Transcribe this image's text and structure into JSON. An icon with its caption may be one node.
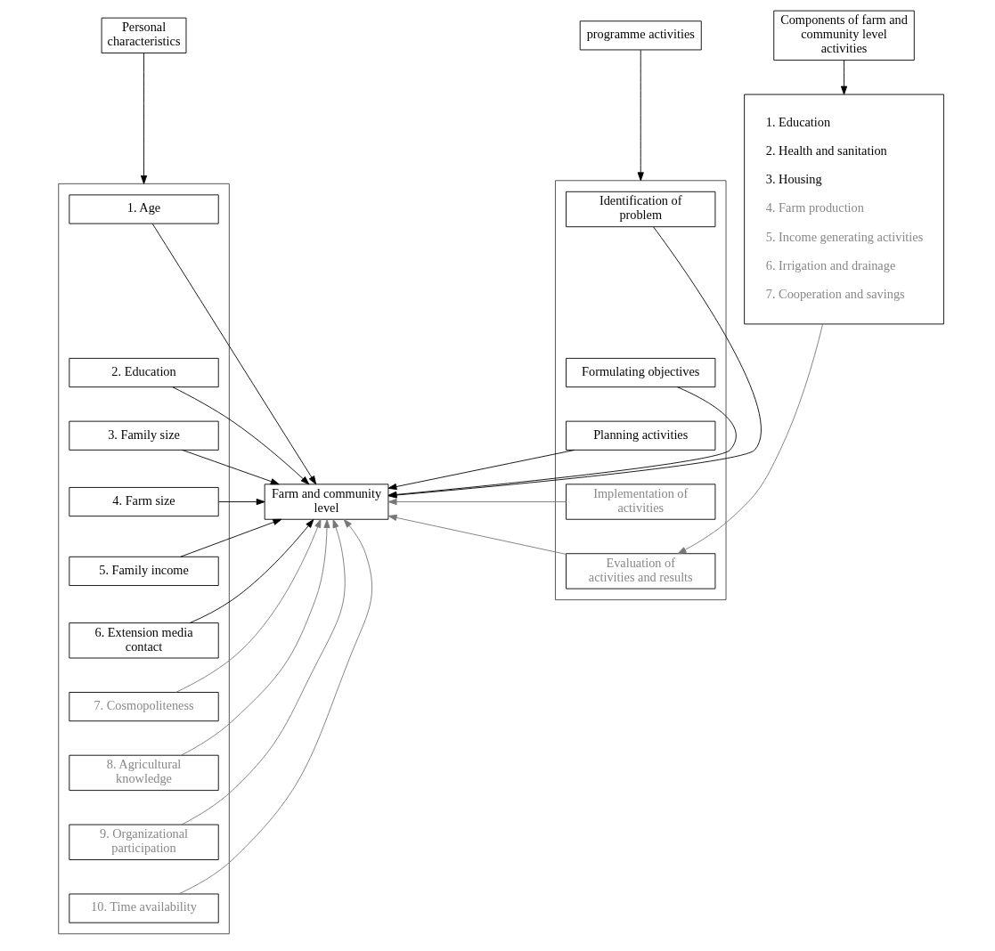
{
  "diagram": {
    "nodes": [
      {
        "text": [
          "Personal characteristics"
        ]
      },
      {
        "text": [
          "programme activities"
        ]
      },
      {
        "text": [
          "Components of farm and community level activities"
        ]
      },
      {
        "text": [],
        "shape": "box"
      },
      {
        "text": [
          "1. Age"
        ],
        "in": 3
      },
      {
        "text": [
          "2. Education"
        ],
        "in": 3
      },
      {
        "text": [
          "3. Family size"
        ],
        "in": 3
      },
      {
        "text": [
          "4. Farm size"
        ],
        "in": 3
      },
      {
        "text": [
          "5. Family income"
        ],
        "in": 3
      },
      {
        "text": [
          "6. Extension media contact"
        ],
        "in": 3
      },
      {
        "text": [
          "7. Cosmopoliteness"
        ],
        "in": 3
      },
      {
        "text": [
          "8. Agricultural knowledge"
        ],
        "in": 3
      },
      {
        "text": [
          "9. Organizational participation"
        ],
        "in": 3
      },
      {
        "text": [
          "10. Time availability"
        ],
        "in": 3
      },
      {
        "text": [
          "Farm and community level"
        ]
      },
      {
        "text": [],
        "shape": "box"
      },
      {
        "text": [
          "Identification of problem"
        ],
        "in": 15
      },
      {
        "text": [
          "Formulating objectives"
        ],
        "in": 15
      },
      {
        "text": [
          "Planning activities"
        ],
        "in": 15
      },
      {
        "text": [
          "Implementation of activities"
        ],
        "in": 15
      },
      {
        "text": [
          "Evaluation of activities and results"
        ],
        "in": 15
      },
      {
        "text": [
          "1. Education",
          "2. Health and sanitation",
          "3. Housing",
          "4. Farm production",
          "5. Income generating activities",
          "6. Irrigation and drainage",
          "7. Cooperation and savings"
        ]
      }
    ],
    "edges": [
      {
        "from": 0,
        "to": 3,
        "arrow": "to"
      },
      {
        "from": 1,
        "to": 15,
        "arrow": "to"
      },
      {
        "from": 2,
        "to": 21,
        "arrow": "to"
      },
      {
        "from": 4,
        "to": 14,
        "arrow": "to"
      },
      {
        "from": 5,
        "to": 14,
        "arrow": "to"
      },
      {
        "from": 6,
        "to": 14,
        "arrow": "to"
      },
      {
        "from": 7,
        "to": 14,
        "arrow": "to"
      },
      {
        "from": 8,
        "to": 14,
        "arrow": "to"
      },
      {
        "from": 9,
        "to": 14,
        "arrow": "to"
      },
      {
        "from": 10,
        "to": 14,
        "arrow": "to",
        "color": "#777777"
      },
      {
        "from": 11,
        "to": 14,
        "arrow": "to",
        "color": "#777777"
      },
      {
        "from": 12,
        "to": 14,
        "arrow": "to",
        "color": "#777777"
      },
      {
        "from": 13,
        "to": 14,
        "arrow": "to",
        "color": "#777777"
      },
      {
        "from": 16,
        "to": 14,
        "arrow": "to"
      },
      {
        "from": 17,
        "to": 14,
        "arrow": "to"
      },
      {
        "from": 18,
        "to": 14,
        "arrow": "to"
      },
      {
        "from": 19,
        "to": 14,
        "arrow": "to",
        "color": "#777777"
      },
      {
        "from": 20,
        "to": 14,
        "arrow": "to",
        "color": "#777777"
      },
      {
        "from": 21,
        "to": 20,
        "arrow": "to",
        "color": "#777777"
      }
    ]
  }
}
